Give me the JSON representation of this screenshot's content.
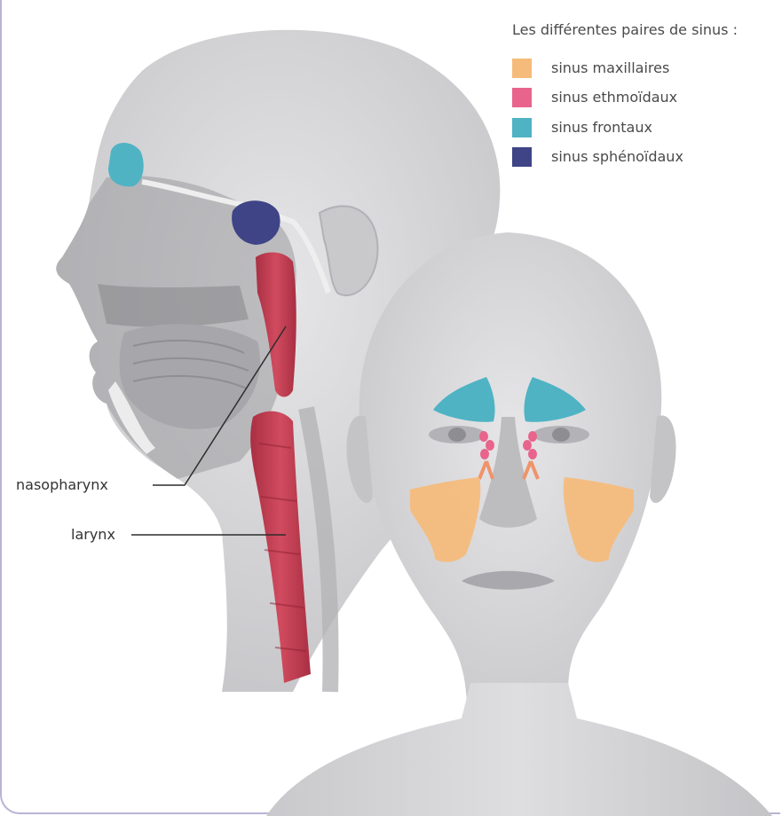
{
  "legend": {
    "title": "Les différentes paires de sinus :",
    "items": [
      {
        "label": "sinus maxillaires",
        "color": "#f5bb7a"
      },
      {
        "label": "sinus ethmoïdaux",
        "color": "#e8648d"
      },
      {
        "label": "sinus frontaux",
        "color": "#4fb3c4"
      },
      {
        "label": "sinus sphénoïdaux",
        "color": "#3e4486"
      }
    ]
  },
  "callouts": {
    "nasopharynx": "nasopharynx",
    "larynx": "larynx"
  },
  "colors": {
    "frame": "#b9b4d6",
    "skin": "#d4d4d6",
    "airway": "#c23b4e"
  }
}
